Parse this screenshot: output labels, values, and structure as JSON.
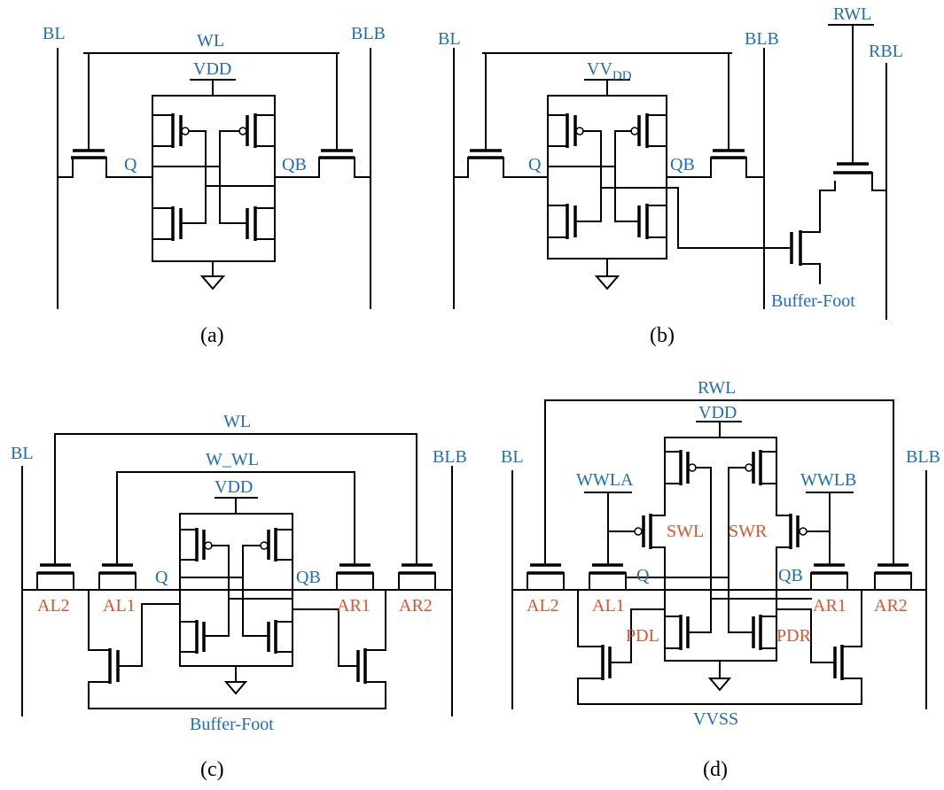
{
  "a": {
    "bl": "BL",
    "wl": "WL",
    "blb": "BLB",
    "vdd": "VDD",
    "q": "Q",
    "qb": "QB",
    "caption": "(a)"
  },
  "b": {
    "bl": "BL",
    "vdd_main": "VV",
    "vdd_sub": "DD",
    "blb": "BLB",
    "rwl": "RWL",
    "rbl": "RBL",
    "q": "Q",
    "qb": "QB",
    "buffer_foot": "Buffer-Foot",
    "caption": "(b)"
  },
  "c": {
    "bl": "BL",
    "wl": "WL",
    "wwl": "W_WL",
    "vdd": "VDD",
    "blb": "BLB",
    "q": "Q",
    "qb": "QB",
    "al2": "AL2",
    "al1": "AL1",
    "ar1": "AR1",
    "ar2": "AR2",
    "buffer_foot": "Buffer-Foot",
    "caption": "(c)"
  },
  "d": {
    "rwl": "RWL",
    "vdd": "VDD",
    "bl": "BL",
    "blb": "BLB",
    "wwla": "WWLA",
    "wwlb": "WWLB",
    "swl": "SWL",
    "swr": "SWR",
    "q": "Q",
    "qb": "QB",
    "al2": "AL2",
    "al1": "AL1",
    "ar1": "AR1",
    "ar2": "AR2",
    "pdl": "PDL",
    "pdr": "PDR",
    "vvss": "VVSS",
    "caption": "(d)"
  },
  "colors": {
    "wire": "#000000",
    "signal_label": "#1f6db4",
    "transistor_label": "#d9542b"
  }
}
